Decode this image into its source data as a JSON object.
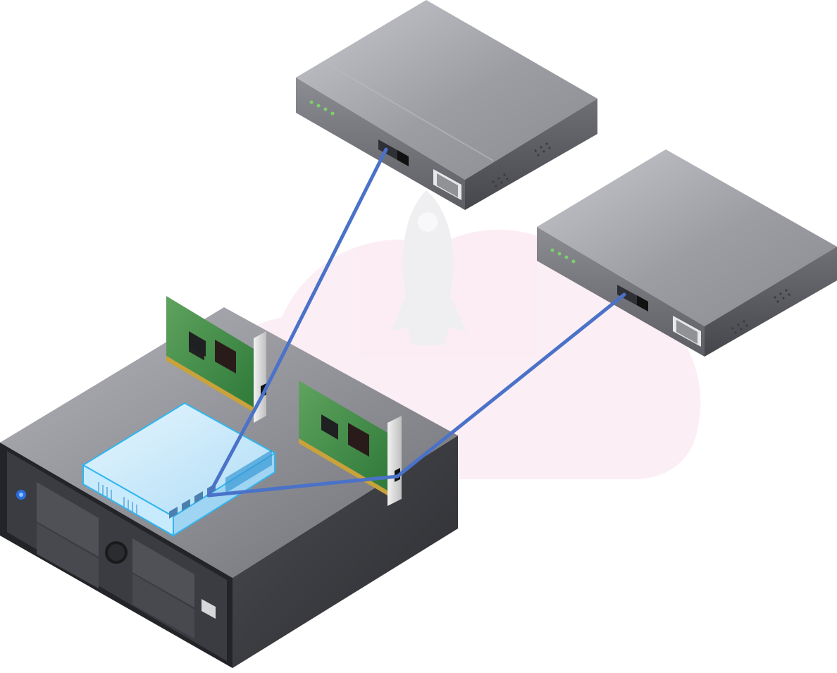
{
  "diagram": {
    "devices": [
      {
        "id": "router-top",
        "kind": "network-router-icon"
      },
      {
        "id": "router-right",
        "kind": "network-router-icon"
      },
      {
        "id": "server",
        "kind": "server-chassis-icon"
      },
      {
        "id": "virtual-switch",
        "kind": "network-switch-icon"
      },
      {
        "id": "nic-1",
        "kind": "network-card-icon"
      },
      {
        "id": "nic-2",
        "kind": "network-card-icon"
      }
    ],
    "links": [
      {
        "from": "nic-1",
        "to": "router-top"
      },
      {
        "from": "nic-2",
        "to": "router-right"
      },
      {
        "from": "virtual-switch",
        "to": "nic-1"
      },
      {
        "from": "virtual-switch",
        "to": "nic-2"
      }
    ],
    "watermark": "rocket-cloud-watermark-icon",
    "colors": {
      "cable": "#4a72c8",
      "router_body": "#8d8e94",
      "server_body": "#5a5b61",
      "switch_body": "#bfe6fb",
      "switch_outline": "#2fb6ef",
      "pcb": "#3f8a48",
      "watermark": "#fce9f3"
    }
  }
}
